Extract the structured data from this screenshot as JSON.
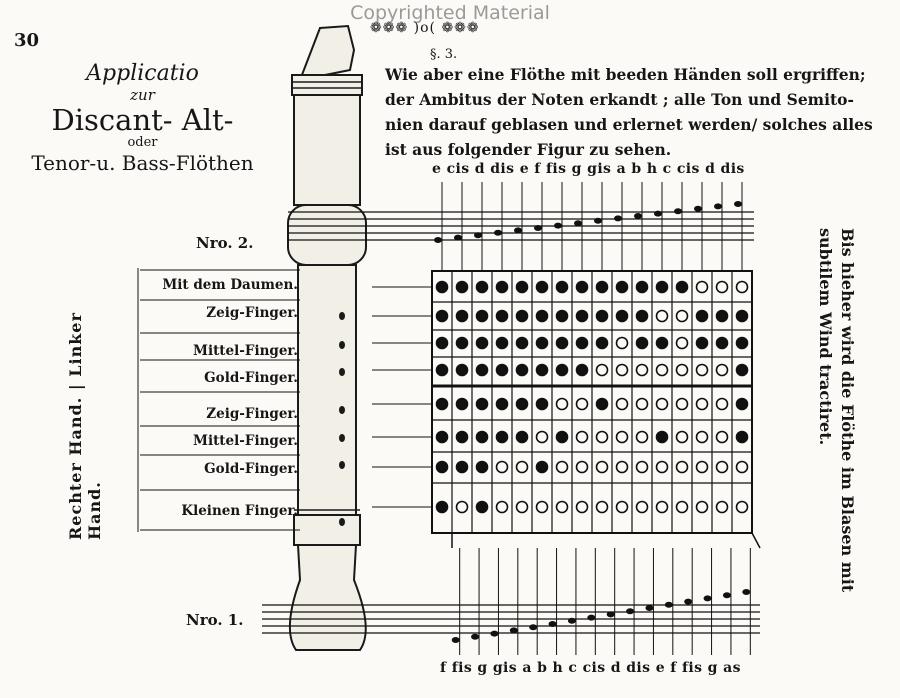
{
  "watermark": "Copyrighted Material",
  "page_number": "30",
  "ornament": "❁❁❁ )o( ❁❁❁",
  "section": "§. 3.",
  "title": {
    "line1": "Applicatio",
    "line2": "zur",
    "line3": "Discant- Alt-",
    "line4": "oder",
    "line5": "Tenor-u. Bass-Flöthen"
  },
  "body_lines": [
    "Wie aber eine Flöthe mit beeden Händen soll ergriffen;",
    "der Ambitus der Noten erkandt ; alle Ton und Semito-",
    "nien darauf geblasen und erlernet werden/ solches alles",
    "ist aus folgender Figur zu sehen."
  ],
  "top_note_names": "e cis d dis e f fis g gis a b h c cis d dis",
  "bottom_note_names": "f fis g gis a b h c cis d dis e f fis g as",
  "nro2": "Nro. 2.",
  "nro1": "Nro. 1.",
  "left_hand_label": "Rechter Hand. | Linker Hand.",
  "right_side_text": [
    "Bis hieher wird die Flöthe im Blasen mit",
    "subtilem Wind tractiret."
  ],
  "fingers": [
    "Mit dem Daumen.",
    "Zeig-Finger.",
    "Mittel-Finger.",
    "Gold-Finger.",
    "Zeig-Finger.",
    "Mittel-Finger.",
    "Gold-Finger.",
    "Kleinen Finger."
  ],
  "chart_data": {
    "type": "table",
    "columns": 16,
    "rows": [
      [
        1,
        1,
        1,
        1,
        1,
        1,
        1,
        1,
        1,
        1,
        1,
        1,
        1,
        0,
        0,
        0
      ],
      [
        1,
        1,
        1,
        1,
        1,
        1,
        1,
        1,
        1,
        1,
        1,
        0,
        0,
        1,
        1,
        1
      ],
      [
        1,
        1,
        1,
        1,
        1,
        1,
        1,
        1,
        1,
        0,
        1,
        1,
        0,
        1,
        1,
        1
      ],
      [
        1,
        1,
        1,
        1,
        1,
        1,
        1,
        1,
        0,
        0,
        0,
        0,
        0,
        0,
        0,
        1
      ],
      [
        1,
        1,
        1,
        1,
        1,
        1,
        0,
        0,
        1,
        0,
        0,
        0,
        0,
        0,
        0,
        1
      ],
      [
        1,
        1,
        1,
        1,
        1,
        0,
        1,
        0,
        0,
        0,
        0,
        1,
        0,
        0,
        0,
        1
      ],
      [
        1,
        1,
        1,
        0,
        0,
        1,
        0,
        0,
        0,
        0,
        0,
        0,
        0,
        0,
        0,
        0
      ],
      [
        1,
        0,
        1,
        0,
        0,
        0,
        0,
        0,
        0,
        0,
        0,
        0,
        0,
        0,
        0,
        0
      ]
    ]
  }
}
